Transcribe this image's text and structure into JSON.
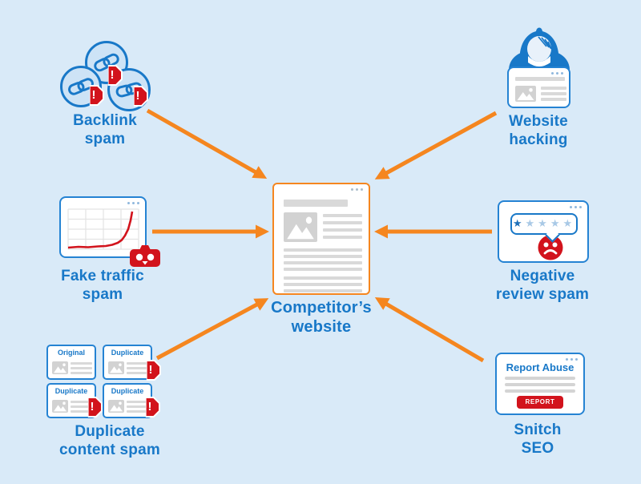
{
  "colors": {
    "background": "#d9eaf8",
    "primary_blue": "#1878c8",
    "alert_red": "#d2131c",
    "arrow_orange": "#f5861f",
    "placeholder_gray": "#d9d9d9",
    "circle_fill": "#cde3f6",
    "star_filled": "#1d6fb8",
    "star_empty": "#a9c9e6"
  },
  "glyphs": {
    "alert": "!",
    "star": "★"
  },
  "center": {
    "label": "Competitor’s\nwebsite"
  },
  "nodes": {
    "backlink": {
      "label": "Backlink\nspam"
    },
    "hacking": {
      "label": "Website\nhacking"
    },
    "fake_traffic": {
      "label": "Fake traffic\nspam"
    },
    "review": {
      "label": "Negative\nreview spam",
      "stars_filled": 1,
      "stars_total": 5
    },
    "duplicate": {
      "label": "Duplicate\ncontent spam",
      "cards": [
        {
          "title": "Original",
          "badge": false
        },
        {
          "title": "Duplicate",
          "badge": true
        },
        {
          "title": "Duplicate",
          "badge": true
        },
        {
          "title": "Duplicate",
          "badge": true
        }
      ]
    },
    "snitch": {
      "label": "Snitch\nSEO",
      "heading": "Report Abuse",
      "button": "REPORT"
    }
  }
}
